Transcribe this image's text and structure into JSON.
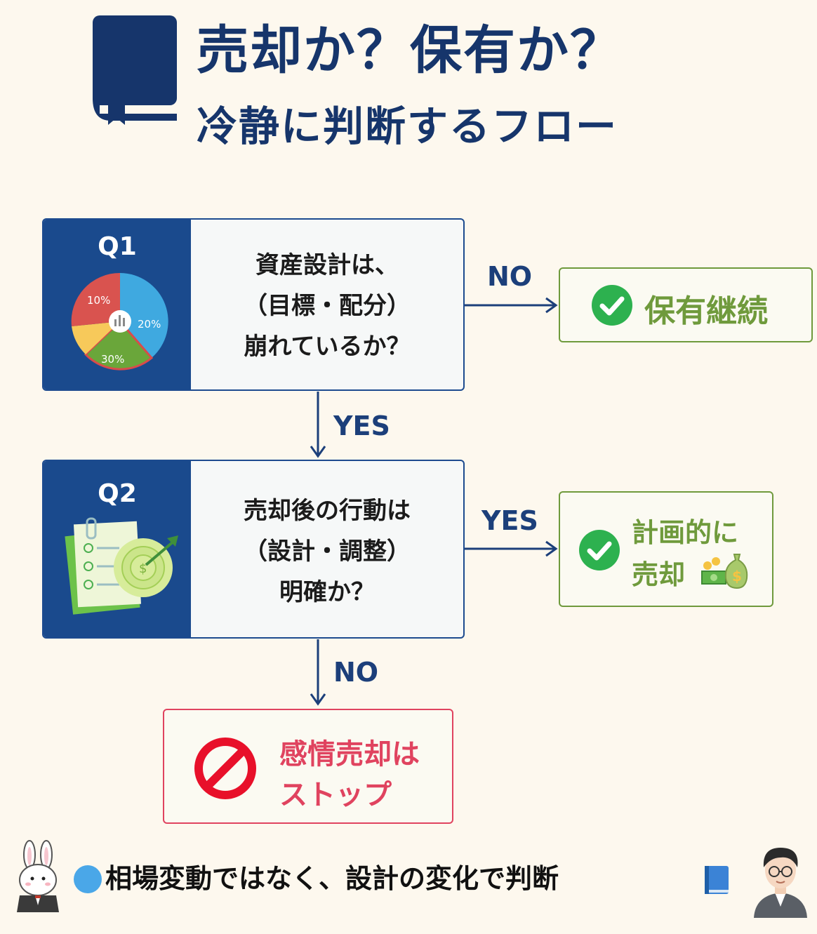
{
  "header": {
    "title": "売却か？保有か？",
    "subtitle": "冷静に判断するフロー"
  },
  "q1": {
    "label": "Q1",
    "lines": [
      "資産設計は、",
      "（目標・配分）",
      "崩れているか？"
    ],
    "pie_labels": [
      "10%",
      "20%",
      "30%"
    ],
    "no_label": "NO",
    "yes_label": "YES"
  },
  "q2": {
    "label": "Q2",
    "lines": [
      "売却後の行動は",
      "（設計・調整）",
      "明確か？"
    ],
    "yes_label": "YES",
    "no_label": "NO"
  },
  "outcomes": {
    "keep": "保有継続",
    "sell": [
      "計画的に",
      "売却"
    ],
    "stop": [
      "感情売却は",
      "ストップ"
    ]
  },
  "footer": {
    "text": "相場変動ではなく、設計の変化で判断"
  },
  "colors": {
    "navy": "#16356b",
    "panel": "#1a4a8d",
    "green": "#6f9a3c",
    "check": "#2db14f",
    "red": "#e0435f",
    "background": "#fdf8ee"
  },
  "icons": [
    "book-icon",
    "pie-chart-icon",
    "checklist-target-icon",
    "check-icon",
    "money-bag-icon",
    "no-entry-icon",
    "blue-dot-icon",
    "blue-book-icon",
    "rabbit-mascot-icon",
    "man-avatar-icon"
  ]
}
